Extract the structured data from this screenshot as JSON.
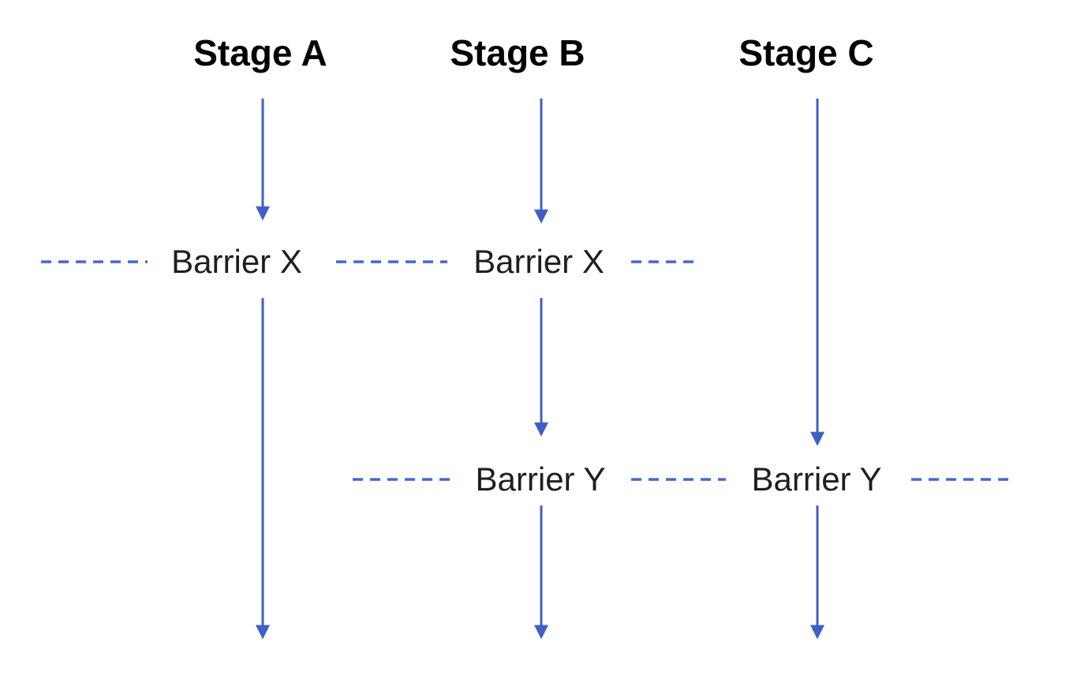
{
  "colors": {
    "arrow-blue": "#3F5FC8",
    "dash-blue": "#4468D2",
    "stage-text": "#000000",
    "barrier-text": "#1F1F1F",
    "background": "#FFFFFF"
  },
  "stages": [
    {
      "label": "Stage A"
    },
    {
      "label": "Stage B"
    },
    {
      "label": "Stage C"
    }
  ],
  "barrier_labels": [
    {
      "text": "Barrier X"
    },
    {
      "text": "Barrier X"
    },
    {
      "text": "Barrier Y"
    },
    {
      "text": "Barrier Y"
    }
  ]
}
